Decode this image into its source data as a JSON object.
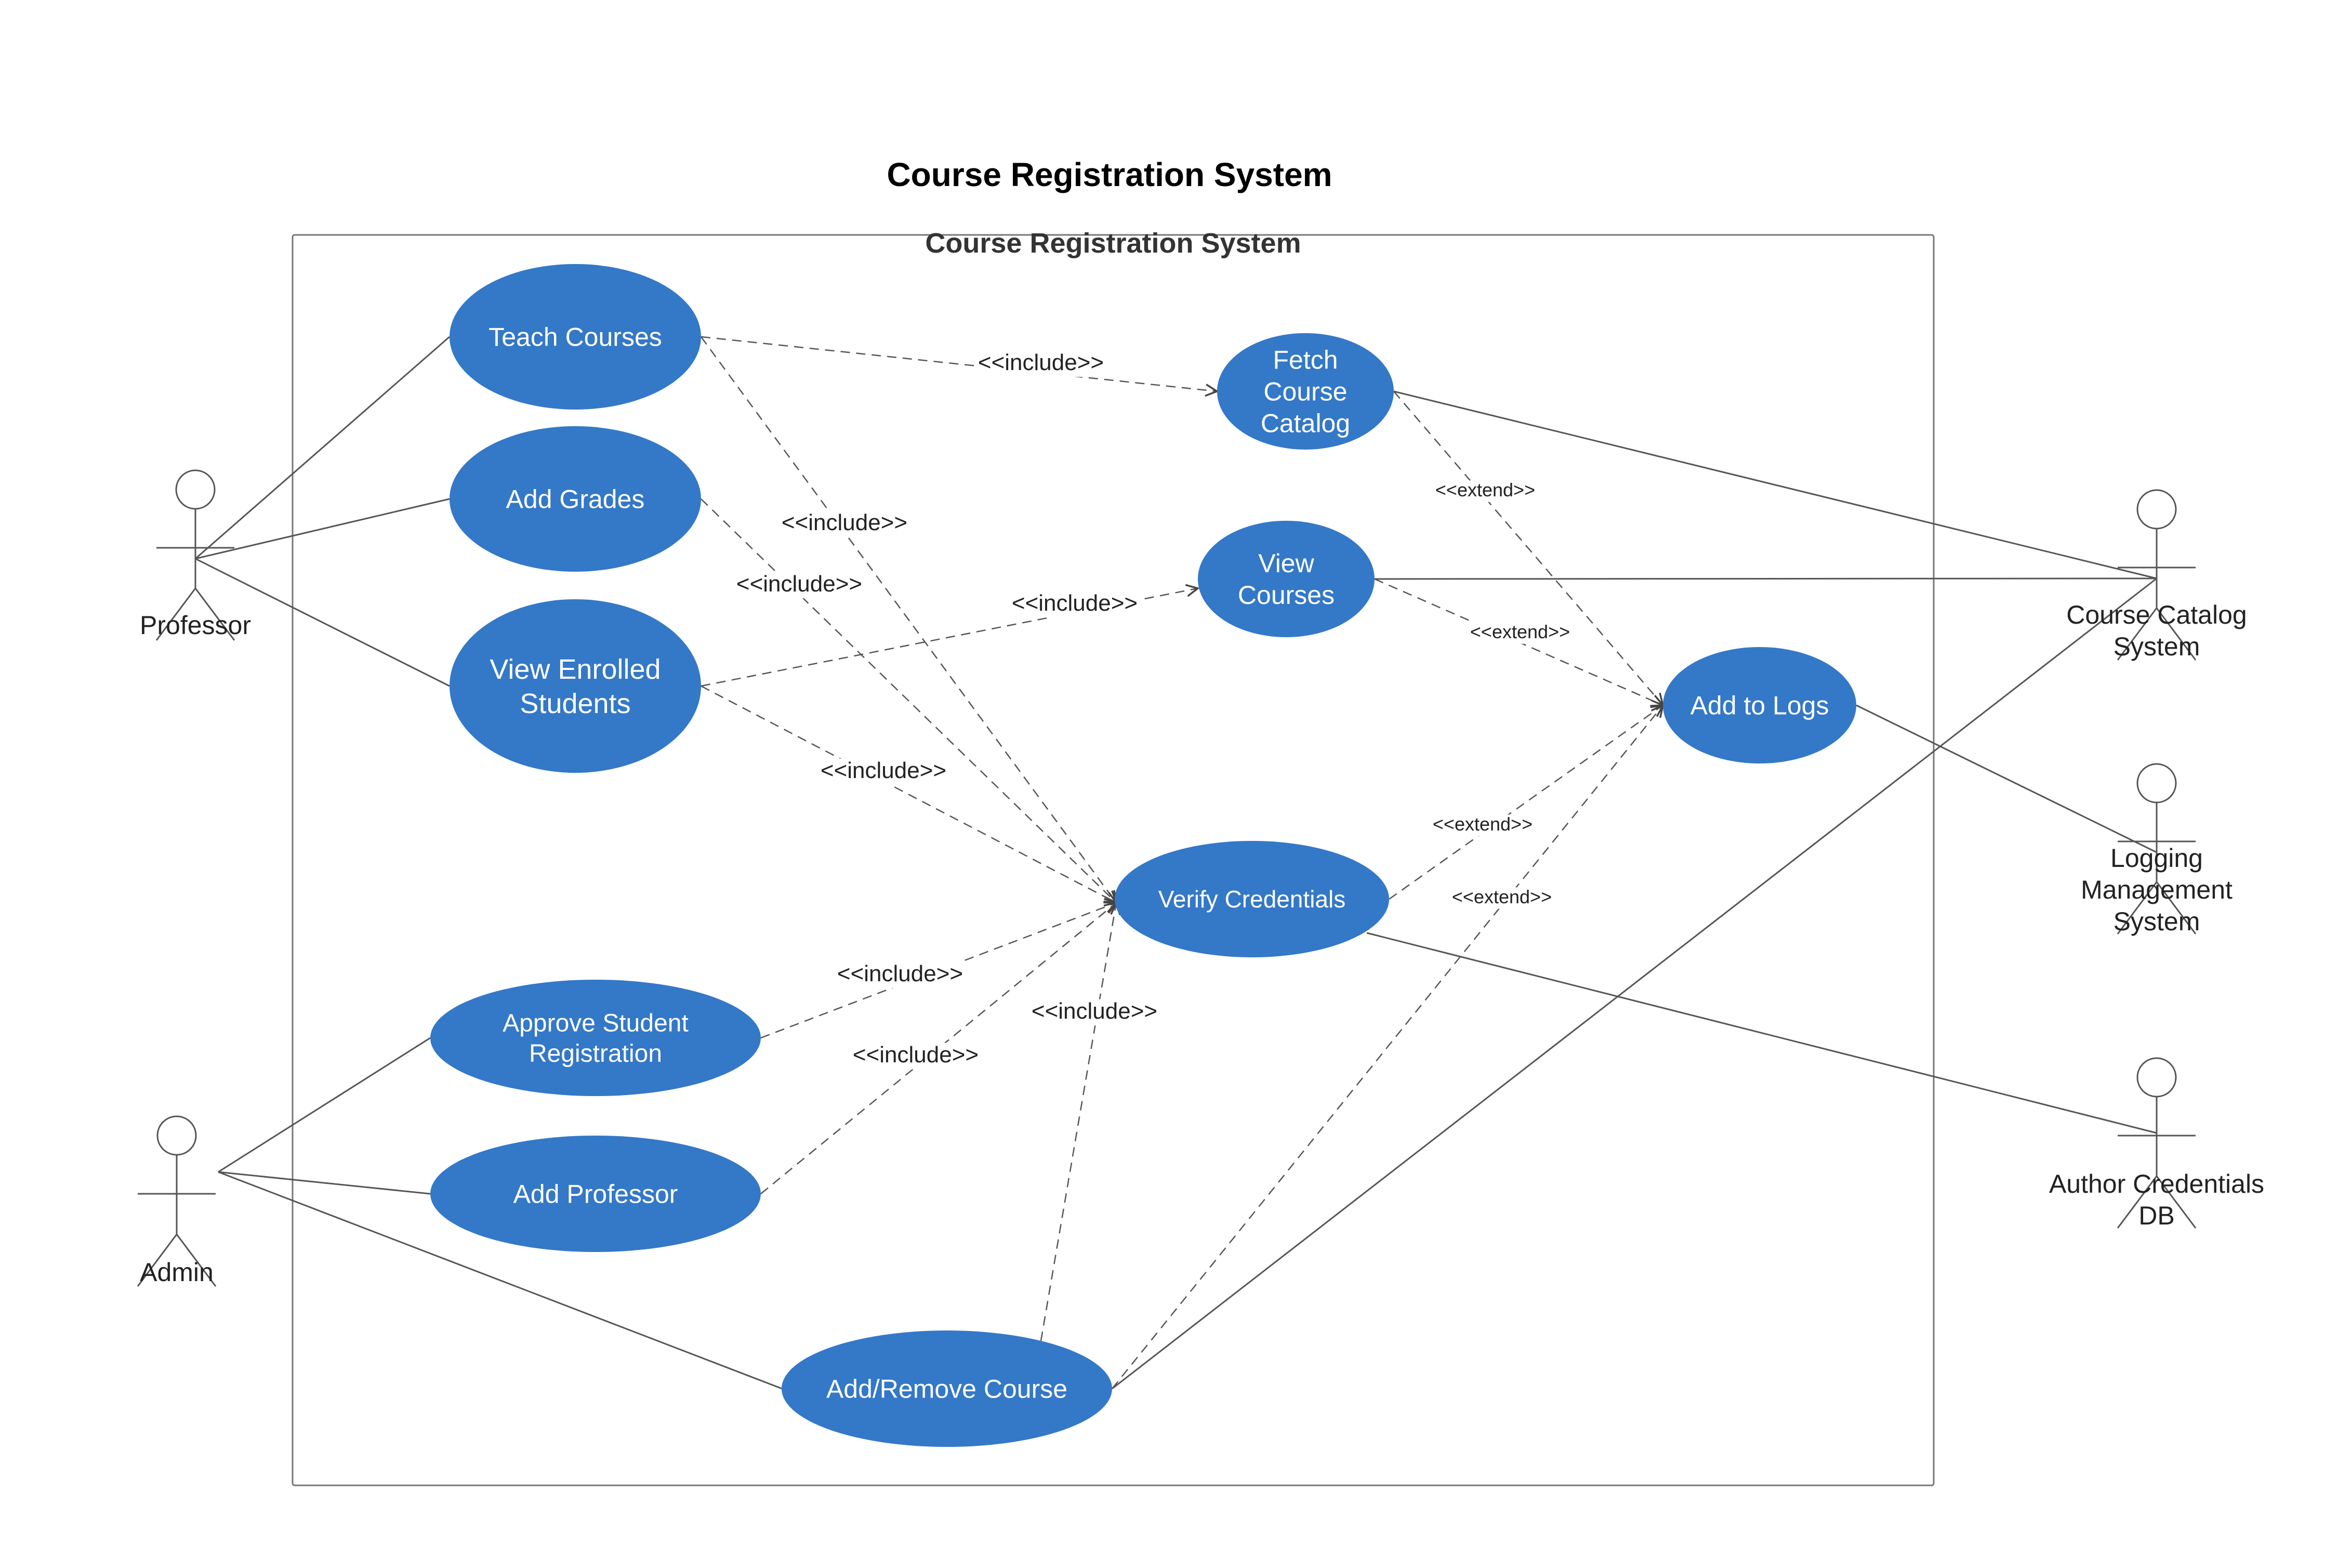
{
  "title": "Course Registration System",
  "system_boundary": {
    "label": "Course Registration System"
  },
  "colors": {
    "use_case_fill": "#3478c8",
    "use_case_text": "#ffffff",
    "line": "#555555",
    "text": "#222222"
  },
  "actors": [
    {
      "id": "professor",
      "label": "Professor"
    },
    {
      "id": "admin",
      "label": "Admin"
    },
    {
      "id": "catalog",
      "label": "Course Catalog System"
    },
    {
      "id": "logging",
      "label": "Logging Management System"
    },
    {
      "id": "authdb",
      "label": "Author Credentials DB"
    }
  ],
  "use_cases": [
    {
      "id": "teach",
      "label": "Teach Courses"
    },
    {
      "id": "grades",
      "label": "Add Grades"
    },
    {
      "id": "enrolled",
      "label": "View Enrolled Students"
    },
    {
      "id": "fetch",
      "label": "Fetch Course Catalog"
    },
    {
      "id": "view",
      "label": "View Courses"
    },
    {
      "id": "logs",
      "label": "Add to Logs"
    },
    {
      "id": "verify",
      "label": "Verify Credentials"
    },
    {
      "id": "approve",
      "label": "Approve Student Registration"
    },
    {
      "id": "addprof",
      "label": "Add Professor"
    },
    {
      "id": "addremove",
      "label": "Add/Remove Course"
    }
  ],
  "associations": [
    {
      "from": "professor",
      "to": "teach"
    },
    {
      "from": "professor",
      "to": "grades"
    },
    {
      "from": "professor",
      "to": "enrolled"
    },
    {
      "from": "admin",
      "to": "approve"
    },
    {
      "from": "admin",
      "to": "addprof"
    },
    {
      "from": "admin",
      "to": "addremove"
    },
    {
      "from": "fetch",
      "to": "catalog"
    },
    {
      "from": "view",
      "to": "catalog"
    },
    {
      "from": "addremove",
      "to": "catalog"
    },
    {
      "from": "logs",
      "to": "logging"
    },
    {
      "from": "verify",
      "to": "authdb"
    }
  ],
  "relationships": [
    {
      "from": "teach",
      "to": "fetch",
      "label": "<<include>>"
    },
    {
      "from": "teach",
      "to": "verify",
      "label": "<<include>>"
    },
    {
      "from": "grades",
      "to": "verify",
      "label": "<<include>>"
    },
    {
      "from": "enrolled",
      "to": "view",
      "label": "<<include>>"
    },
    {
      "from": "enrolled",
      "to": "verify",
      "label": "<<include>>"
    },
    {
      "from": "approve",
      "to": "verify",
      "label": "<<include>>"
    },
    {
      "from": "addprof",
      "to": "verify",
      "label": "<<include>>"
    },
    {
      "from": "addremove",
      "to": "verify",
      "label": "<<include>>"
    },
    {
      "from": "fetch",
      "to": "logs",
      "label": "<<extend>>"
    },
    {
      "from": "view",
      "to": "logs",
      "label": "<<extend>>"
    },
    {
      "from": "verify",
      "to": "logs",
      "label": "<<extend>>"
    },
    {
      "from": "addremove",
      "to": "logs",
      "label": "<<extend>>"
    }
  ]
}
